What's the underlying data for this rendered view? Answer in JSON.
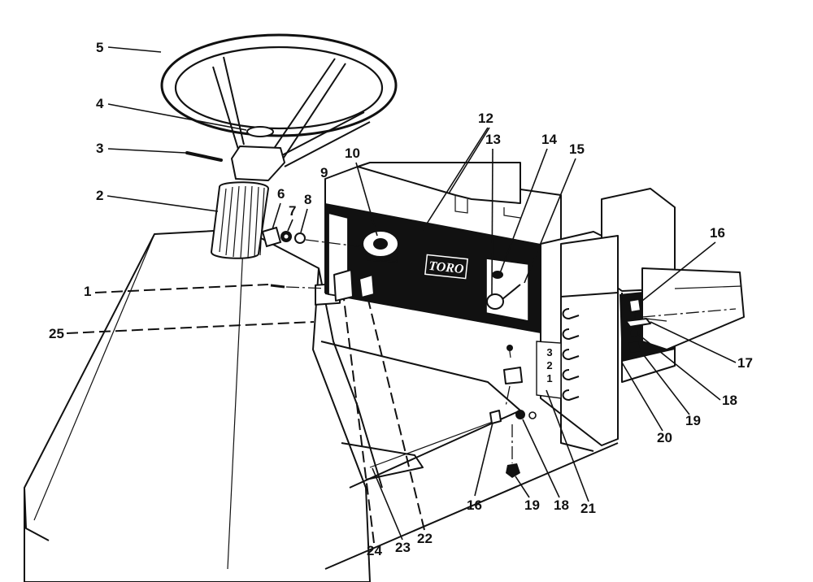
{
  "diagram": {
    "brand_logo": "TORO",
    "decal_numbers": [
      "3",
      "2",
      "1"
    ],
    "callouts": [
      {
        "id": "c1",
        "label": "1"
      },
      {
        "id": "c2",
        "label": "2"
      },
      {
        "id": "c3",
        "label": "3"
      },
      {
        "id": "c4",
        "label": "4"
      },
      {
        "id": "c5",
        "label": "5"
      },
      {
        "id": "c6",
        "label": "6"
      },
      {
        "id": "c7",
        "label": "7"
      },
      {
        "id": "c8",
        "label": "8"
      },
      {
        "id": "c9",
        "label": "9"
      },
      {
        "id": "c10",
        "label": "10"
      },
      {
        "id": "c12",
        "label": "12"
      },
      {
        "id": "c13",
        "label": "13"
      },
      {
        "id": "c14",
        "label": "14"
      },
      {
        "id": "c15",
        "label": "15"
      },
      {
        "id": "c16a",
        "label": "16"
      },
      {
        "id": "c17",
        "label": "17"
      },
      {
        "id": "c18a",
        "label": "18"
      },
      {
        "id": "c19a",
        "label": "19"
      },
      {
        "id": "c20",
        "label": "20"
      },
      {
        "id": "c21",
        "label": "21"
      },
      {
        "id": "c16b",
        "label": "16"
      },
      {
        "id": "c19b",
        "label": "19"
      },
      {
        "id": "c18b",
        "label": "18"
      },
      {
        "id": "c22",
        "label": "22"
      },
      {
        "id": "c23",
        "label": "23"
      },
      {
        "id": "c24",
        "label": "24"
      },
      {
        "id": "c25",
        "label": "25"
      }
    ]
  }
}
